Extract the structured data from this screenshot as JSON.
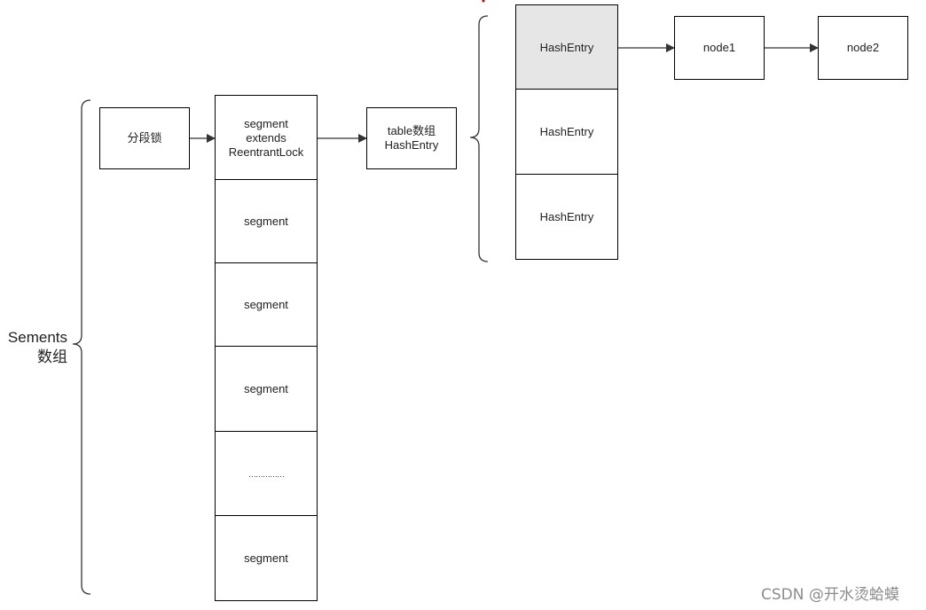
{
  "diagram": {
    "group_label": "Sements\n数组",
    "lock_box": "分段锁",
    "segments": [
      "segment\nextends\nReentrantLock",
      "segment",
      "segment",
      "segment",
      "……………",
      "segment"
    ],
    "table_box": "table数组\nHashEntry",
    "hash_entries": [
      "HashEntry",
      "HashEntry",
      "HashEntry"
    ],
    "nodes": [
      "node1",
      "node2"
    ],
    "colors": {
      "line": "#000000",
      "highlight": "#e6e6e6",
      "accent_dot": "#c00000"
    }
  },
  "watermark": "CSDN @开水烫蛤蟆"
}
